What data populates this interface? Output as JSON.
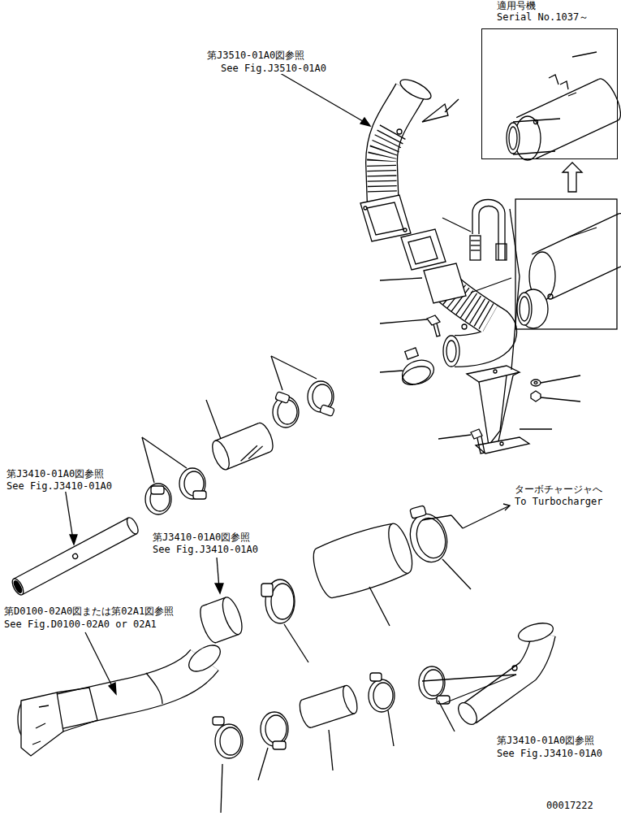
{
  "diagram": {
    "nodes": [
      {
        "text": [
          "適用号機",
          "Serial No.1037～"
        ]
      }
    ],
    "labels": [
      "第J3510-01A0図参照",
      "See Fig.J3510-01A0",
      "ターボチャージャへ",
      "To Turbocharger",
      "第J3410-01A0図参照",
      "See Fig.J3410-01A0",
      "第J3410-01A0図参照",
      "See Fig.J3410-01A0",
      "第D0100-02A0図または第02A1図参照",
      "See Fig.D0100-02A0 or 02A1",
      "第J3410-01A0図参照",
      "See Fig.J3410-01A0",
      "00017222"
    ]
  }
}
